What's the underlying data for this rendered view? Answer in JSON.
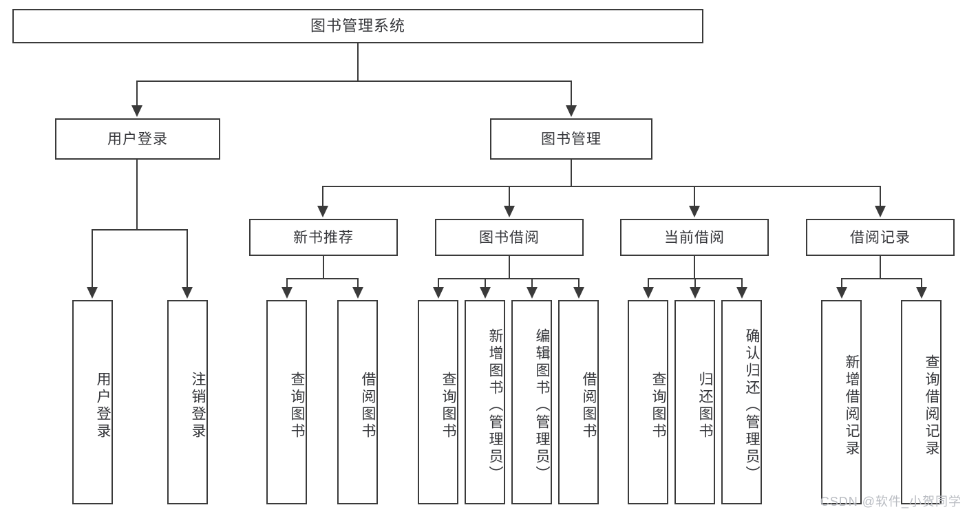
{
  "diagram": {
    "title": "图书管理系统",
    "type": "tree",
    "root": {
      "label": "图书管理系统"
    },
    "level2": [
      {
        "label": "用户登录"
      },
      {
        "label": "图书管理"
      }
    ],
    "level3": [
      {
        "label": "新书推荐"
      },
      {
        "label": "图书借阅"
      },
      {
        "label": "当前借阅"
      },
      {
        "label": "借阅记录"
      }
    ],
    "leaves": {
      "user_login": [
        {
          "label": "用户登录"
        },
        {
          "label": "注销登录"
        }
      ],
      "new_book": [
        {
          "label": "查询图书"
        },
        {
          "label": "借阅图书"
        }
      ],
      "borrow_book": [
        {
          "label": "查询图书"
        },
        {
          "label": "新增图书（管理员）"
        },
        {
          "label": "编辑图书（管理员）"
        },
        {
          "label": "借阅图书"
        }
      ],
      "current_borrow": [
        {
          "label": "查询图书"
        },
        {
          "label": "归还图书"
        },
        {
          "label": "确认归还（管理员）"
        }
      ],
      "borrow_record": [
        {
          "label": "新增借阅记录"
        },
        {
          "label": "查询借阅记录"
        }
      ]
    }
  },
  "watermark": {
    "text": "CSDN @软件_小贺同学"
  },
  "colors": {
    "border": "#3a3a3a",
    "text": "#35363a",
    "background": "#ffffff",
    "watermark": "#b9bcc2"
  }
}
